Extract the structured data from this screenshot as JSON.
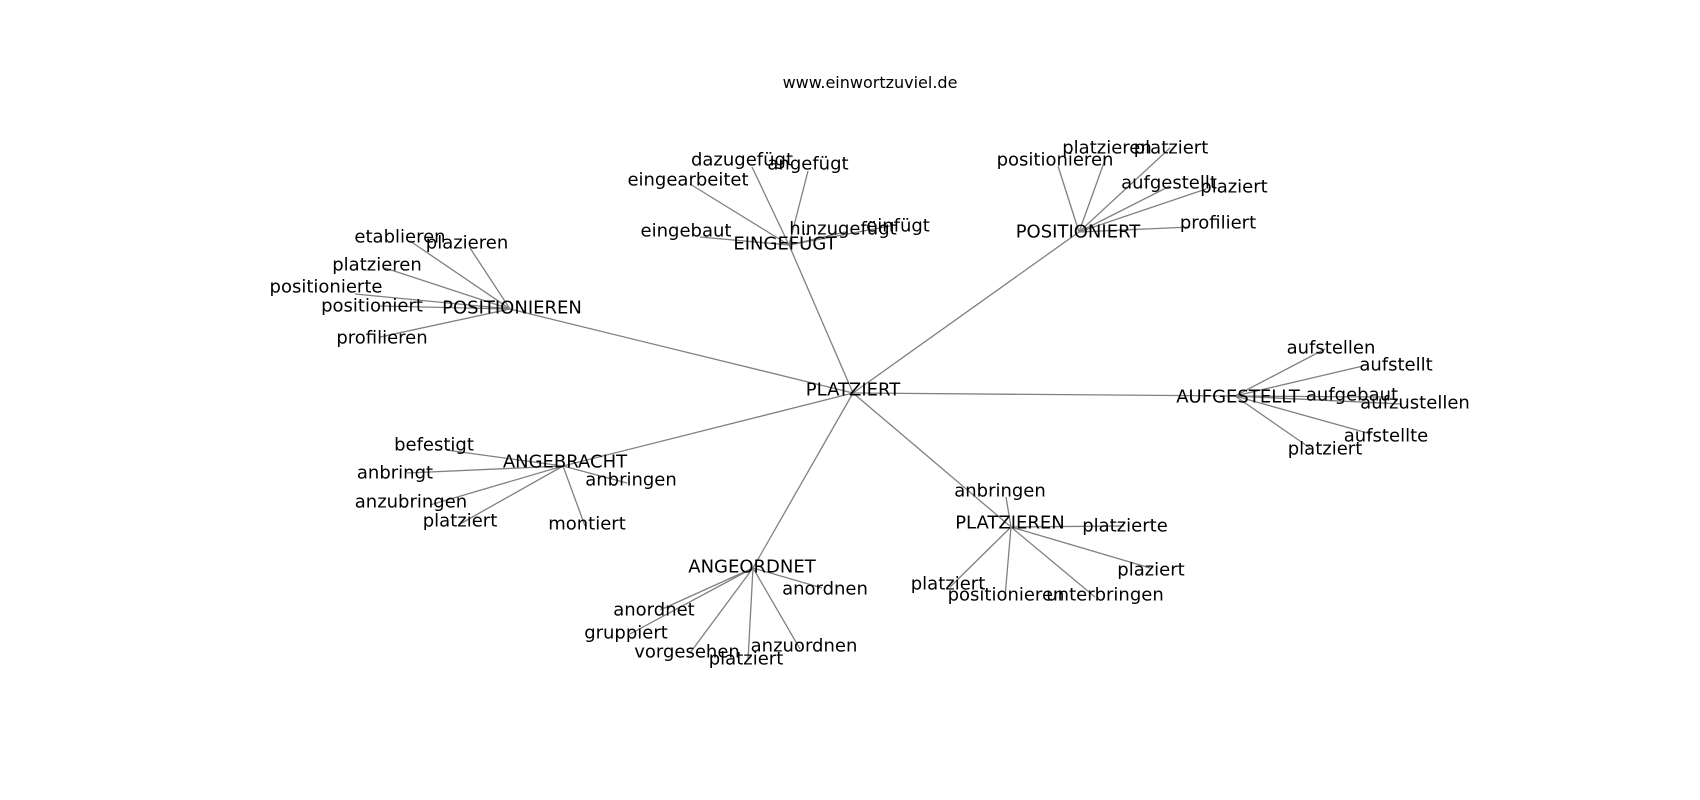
{
  "source": "www.einwortzuviel.de",
  "center": {
    "id": "center",
    "label": "PLATZIERT"
  },
  "clusters": [
    {
      "id": "positionieren",
      "label": "POSITIONIEREN",
      "leaves": [
        "etablieren",
        "plazieren",
        "platzieren",
        "positionierte",
        "positioniert",
        "profilieren"
      ]
    },
    {
      "id": "eingefuegt",
      "label": "EINGEFÜGT",
      "leaves": [
        "dazugefügt",
        "angefügt",
        "eingearbeitet",
        "eingebaut",
        "hinzugefügt",
        "einfügt"
      ]
    },
    {
      "id": "positioniert",
      "label": "POSITIONIERT",
      "leaves": [
        "positionieren",
        "platzieren",
        "platziert",
        "aufgestellt",
        "plaziert",
        "profiliert"
      ]
    },
    {
      "id": "aufgestellt",
      "label": "AUFGESTELLT",
      "leaves": [
        "aufstellen",
        "aufstellt",
        "aufgebaut",
        "aufzustellen",
        "aufstellte",
        "platziert"
      ]
    },
    {
      "id": "angebracht",
      "label": "ANGEBRACHT",
      "leaves": [
        "befestigt",
        "anbringt",
        "anbringen",
        "anzubringen",
        "platziert",
        "montiert"
      ]
    },
    {
      "id": "platzieren",
      "label": "PLATZIEREN",
      "leaves": [
        "anbringen",
        "platzierte",
        "plaziert",
        "platziert",
        "positionieren",
        "unterbringen"
      ]
    },
    {
      "id": "angeordnet",
      "label": "ANGEORDNET",
      "leaves": [
        "anordnen",
        "anordnet",
        "gruppiert",
        "vorgesehen",
        "anzuordnen",
        "platziert"
      ]
    }
  ]
}
